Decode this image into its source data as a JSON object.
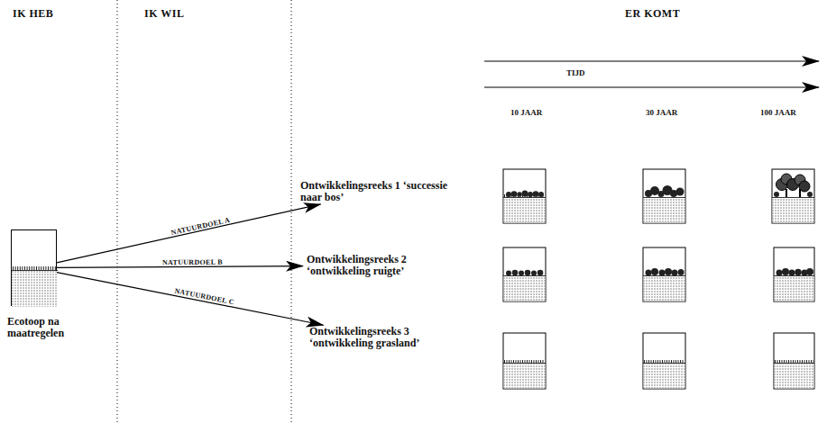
{
  "diagram": {
    "nodes": [
      {
        "text": [
          "Ecotoop na maatregelen"
        ]
      },
      {
        "text": [
          "Ontwikkelingsreeks 1 ‘successie naar bos’"
        ]
      },
      {
        "text": [
          "Ontwikkelingsreeks 2 ‘ontwikkeling ruigte’"
        ]
      },
      {
        "text": [
          "Ontwikkelingsreeks 3 ‘ontwikkeling grasland’"
        ]
      }
    ],
    "edges": [
      {
        "from": 0,
        "to": 1,
        "arrow": "to",
        "label": "NATUURDOEL A"
      },
      {
        "from": 0,
        "to": 2,
        "arrow": "to",
        "label": "NATUURDOEL B"
      },
      {
        "from": 0,
        "to": 3,
        "arrow": "to",
        "label": "NATUURDOEL C"
      }
    ],
    "labels": [
      "IK HEB",
      "IK WIL",
      "ER KOMT",
      "TIJD",
      "10 JAAR",
      "30 JAAR",
      "100 JAAR"
    ]
  }
}
